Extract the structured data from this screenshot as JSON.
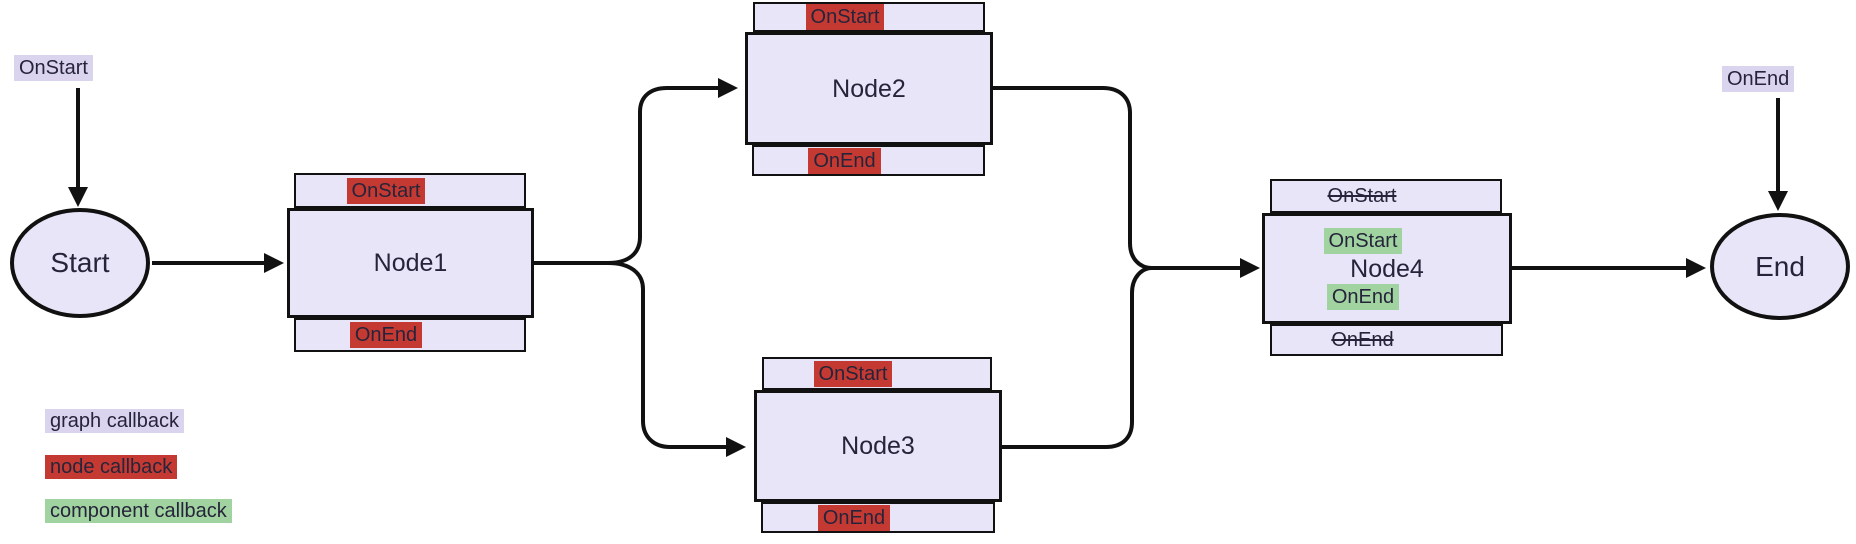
{
  "start": {
    "label": "Start",
    "graph_callback": "OnStart"
  },
  "end": {
    "label": "End",
    "graph_callback": "OnEnd"
  },
  "nodes": {
    "node1": {
      "title": "Node1",
      "on_start": "OnStart",
      "on_end": "OnEnd"
    },
    "node2": {
      "title": "Node2",
      "on_start": "OnStart",
      "on_end": "OnEnd"
    },
    "node3": {
      "title": "Node3",
      "on_start": "OnStart",
      "on_end": "OnEnd"
    },
    "node4": {
      "title": "Node4",
      "skipped_on_start": "OnStart",
      "skipped_on_end": "OnEnd",
      "component_on_start": "OnStart",
      "component_on_end": "OnEnd"
    }
  },
  "legend": {
    "graph": "graph callback",
    "node": "node callback",
    "component": "component callback"
  },
  "colors": {
    "graph_callback_bg": "#dbd4ef",
    "node_callback_bg": "#c43a33",
    "component_callback_bg": "#a0d3a0",
    "shape_fill": "#e9e5f8",
    "stroke": "#111111",
    "text": "#26243a"
  }
}
